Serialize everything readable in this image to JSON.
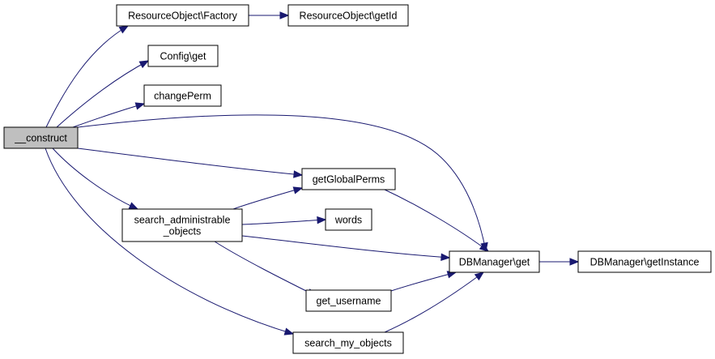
{
  "diagram": {
    "nodes": [
      {
        "id": "construct",
        "label": [
          "__construct"
        ]
      },
      {
        "id": "factory",
        "label": [
          "ResourceObject\\Factory"
        ]
      },
      {
        "id": "getid",
        "label": [
          "ResourceObject\\getId"
        ]
      },
      {
        "id": "configget",
        "label": [
          "Config\\get"
        ]
      },
      {
        "id": "changeperm",
        "label": [
          "changePerm"
        ]
      },
      {
        "id": "getglobalperms",
        "label": [
          "getGlobalPerms"
        ]
      },
      {
        "id": "searchadmin",
        "label": [
          "search_administrable",
          "_objects"
        ]
      },
      {
        "id": "words",
        "label": [
          "words"
        ]
      },
      {
        "id": "dbget",
        "label": [
          "DBManager\\get"
        ]
      },
      {
        "id": "getinstance",
        "label": [
          "DBManager\\getInstance"
        ]
      },
      {
        "id": "getusername",
        "label": [
          "get_username"
        ]
      },
      {
        "id": "searchmy",
        "label": [
          "search_my_objects"
        ]
      }
    ],
    "edges": [
      {
        "from": "construct",
        "to": "factory"
      },
      {
        "from": "construct",
        "to": "configget"
      },
      {
        "from": "construct",
        "to": "changeperm"
      },
      {
        "from": "construct",
        "to": "dbget"
      },
      {
        "from": "construct",
        "to": "getglobalperms"
      },
      {
        "from": "construct",
        "to": "searchadmin"
      },
      {
        "from": "construct",
        "to": "searchmy"
      },
      {
        "from": "factory",
        "to": "getid"
      },
      {
        "from": "getglobalperms",
        "to": "dbget"
      },
      {
        "from": "searchadmin",
        "to": "getglobalperms"
      },
      {
        "from": "searchadmin",
        "to": "words"
      },
      {
        "from": "searchadmin",
        "to": "dbget"
      },
      {
        "from": "searchadmin",
        "to": "getusername"
      },
      {
        "from": "dbget",
        "to": "getinstance"
      },
      {
        "from": "getusername",
        "to": "dbget"
      },
      {
        "from": "searchmy",
        "to": "dbget"
      }
    ]
  }
}
